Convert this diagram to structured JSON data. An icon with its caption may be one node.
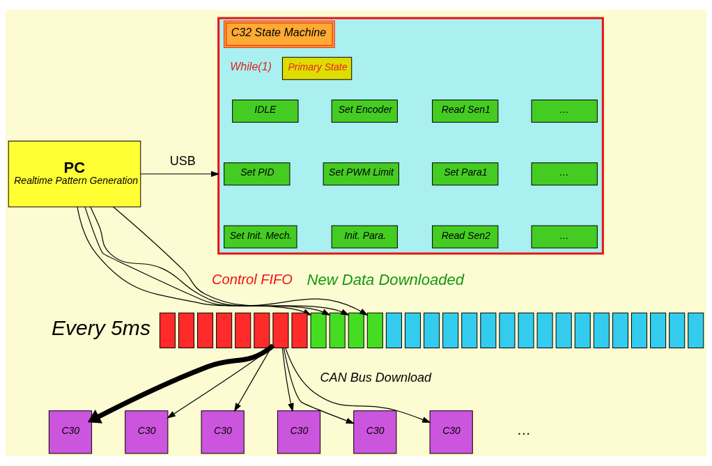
{
  "diagram": {
    "nodes": [
      {
        "text": [
          "PC",
          "Realtime Pattern Generation"
        ]
      },
      {
        "text": [
          "C32 State Machine"
        ]
      },
      {
        "text": [
          "Primary State"
        ],
        "in": 1
      },
      {
        "text": [
          "IDLE"
        ],
        "in": 1
      },
      {
        "text": [
          "Set Encoder"
        ],
        "in": 1
      },
      {
        "text": [
          "Read Sen1"
        ],
        "in": 1
      },
      {
        "text": [
          "…"
        ],
        "in": 1
      },
      {
        "text": [
          "Set PID"
        ],
        "in": 1
      },
      {
        "text": [
          "Set PWM Limit"
        ],
        "in": 1
      },
      {
        "text": [
          "Set Para1"
        ],
        "in": 1
      },
      {
        "text": [
          "…"
        ],
        "in": 1
      },
      {
        "text": [
          "Set Init. Mech."
        ],
        "in": 1
      },
      {
        "text": [
          "Init. Para."
        ],
        "in": 1
      },
      {
        "text": [
          "Read Sen2"
        ],
        "in": 1
      },
      {
        "text": [
          "…"
        ],
        "in": 1
      },
      {
        "text": [],
        "shape": "box"
      },
      {
        "text": [],
        "shape": "box"
      },
      {
        "text": [],
        "shape": "box"
      },
      {
        "text": [],
        "shape": "box"
      },
      {
        "text": [],
        "shape": "box"
      },
      {
        "text": [],
        "shape": "box"
      },
      {
        "text": [],
        "shape": "box"
      },
      {
        "text": [],
        "shape": "box"
      },
      {
        "text": [],
        "shape": "box"
      },
      {
        "text": [],
        "shape": "box"
      },
      {
        "text": [],
        "shape": "box"
      },
      {
        "text": [],
        "shape": "box"
      },
      {
        "text": [],
        "shape": "box"
      },
      {
        "text": [],
        "shape": "box"
      },
      {
        "text": [],
        "shape": "box"
      },
      {
        "text": [],
        "shape": "box"
      },
      {
        "text": [],
        "shape": "box"
      },
      {
        "text": [],
        "shape": "box"
      },
      {
        "text": [],
        "shape": "box"
      },
      {
        "text": [],
        "shape": "box"
      },
      {
        "text": [],
        "shape": "box"
      },
      {
        "text": [],
        "shape": "box"
      },
      {
        "text": [],
        "shape": "box"
      },
      {
        "text": [],
        "shape": "box"
      },
      {
        "text": [],
        "shape": "box"
      },
      {
        "text": [],
        "shape": "box"
      },
      {
        "text": [],
        "shape": "box"
      },
      {
        "text": [],
        "shape": "box"
      },
      {
        "text": [],
        "shape": "box"
      },
      {
        "text": [
          "C30"
        ]
      },
      {
        "text": [
          "C30"
        ]
      },
      {
        "text": [
          "C30"
        ]
      },
      {
        "text": [
          "C30"
        ]
      },
      {
        "text": [
          "C30"
        ]
      },
      {
        "text": [
          "C30"
        ]
      }
    ],
    "edges": [
      {
        "from": 0,
        "to": 1,
        "arrow": "to",
        "label": "USB"
      },
      {
        "from": 0,
        "to": 23,
        "arrow": "to"
      },
      {
        "from": 0,
        "to": 24,
        "arrow": "to"
      },
      {
        "from": 0,
        "to": 25,
        "arrow": "to"
      },
      {
        "from": 0,
        "to": 26,
        "arrow": "to"
      },
      {
        "from": 21,
        "to": 44,
        "arrow": "to",
        "style": "thick"
      },
      {
        "from": 21,
        "to": 45,
        "arrow": "to"
      },
      {
        "from": 21,
        "to": 46,
        "arrow": "to"
      },
      {
        "from": 21,
        "to": 47,
        "arrow": "to"
      },
      {
        "from": 21,
        "to": 48,
        "arrow": "to"
      },
      {
        "from": 21,
        "to": 49,
        "arrow": "to"
      }
    ],
    "labels": [
      "While(1)",
      "Every 5ms",
      "Control FIFO",
      "New Data Downloaded",
      "CAN Bus Download",
      "…"
    ]
  }
}
